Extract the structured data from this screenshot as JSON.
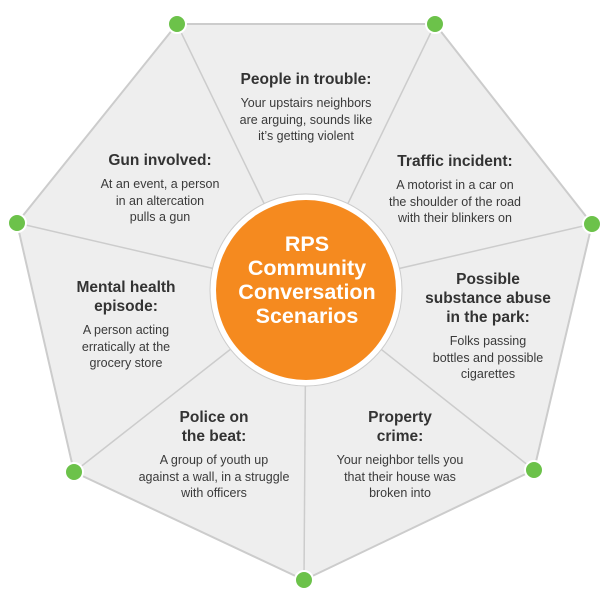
{
  "center": {
    "lines": [
      "RPS",
      "Community",
      "Conversation",
      "Scenarios"
    ]
  },
  "segments": [
    {
      "title_lines": [
        "People in trouble:"
      ],
      "desc_lines": [
        "Your upstairs neighbors",
        "are arguing, sounds like",
        "it’s getting violent"
      ]
    },
    {
      "title_lines": [
        "Traffic incident:"
      ],
      "desc_lines": [
        "A motorist in a car on",
        "the shoulder of the road",
        "with their blinkers on"
      ]
    },
    {
      "title_lines": [
        "Possible",
        "substance abuse",
        "in the park:"
      ],
      "desc_lines": [
        "Folks passing",
        "bottles and possible",
        "cigarettes"
      ]
    },
    {
      "title_lines": [
        "Property",
        "crime:"
      ],
      "desc_lines": [
        "Your neighbor tells you",
        "that their house was",
        "broken into"
      ]
    },
    {
      "title_lines": [
        "Police on",
        "the beat:"
      ],
      "desc_lines": [
        "A group of youth up",
        "against a wall, in a struggle",
        "with officers"
      ]
    },
    {
      "title_lines": [
        "Mental health",
        "episode:"
      ],
      "desc_lines": [
        "A person acting",
        "erratically at the",
        "grocery store"
      ]
    },
    {
      "title_lines": [
        "Gun involved:"
      ],
      "desc_lines": [
        "At an event, a person",
        "in an altercation",
        "pulls a gun"
      ]
    }
  ],
  "colors": {
    "panel_fill": "#eeeeee",
    "panel_stroke": "#cccccc",
    "spoke": "#cccccc",
    "center_circle": "#f58a1f",
    "center_ring": "#ffffff",
    "vertex_dot": "#6cc24a"
  }
}
